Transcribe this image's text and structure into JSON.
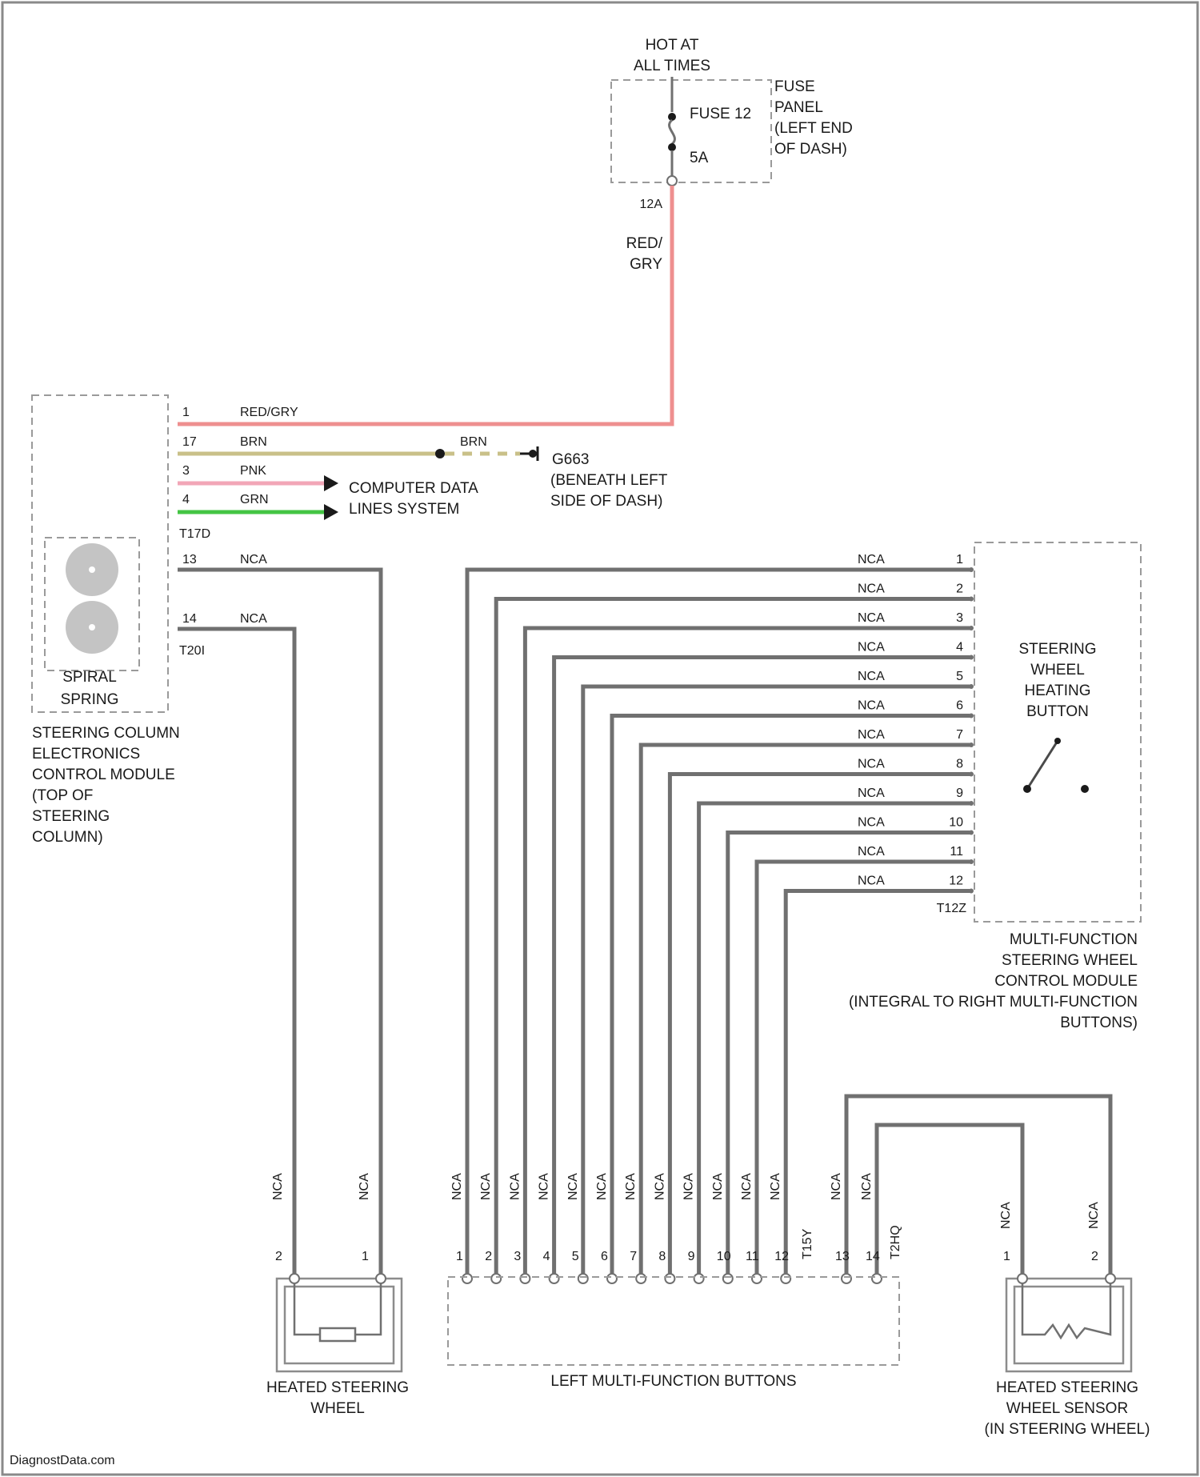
{
  "colors": {
    "red_gry": "#ee8f8f",
    "brn": "#c9c089",
    "pnk": "#f2a6b7",
    "grn": "#44c544",
    "nca": "#707070",
    "frame": "#8a8a8a"
  },
  "power": {
    "hot_line1": "HOT AT",
    "hot_line2": "ALL TIMES",
    "fuse_name": "FUSE 12",
    "fuse_amp": "5A",
    "fuse_panel_lines": [
      "FUSE",
      "PANEL",
      "(LEFT END",
      "OF DASH)"
    ],
    "fuse_pin": "12A",
    "wire_color_line1": "RED/",
    "wire_color_line2": "GRY"
  },
  "sccm": {
    "pins": [
      {
        "num": "1",
        "color": "RED/GRY"
      },
      {
        "num": "17",
        "color": "BRN"
      },
      {
        "num": "3",
        "color": "PNK"
      },
      {
        "num": "4",
        "color": "GRN"
      }
    ],
    "connector_a": "T17D",
    "pins_b": [
      {
        "num": "13",
        "color": "NCA"
      },
      {
        "num": "14",
        "color": "NCA"
      }
    ],
    "connector_b": "T20I",
    "spiral_lines": [
      "SPIRAL",
      "SPRING"
    ],
    "name_lines": [
      "STEERING COLUMN",
      "ELECTRONICS",
      "CONTROL MODULE",
      "(TOP OF",
      "STEERING",
      "COLUMN)"
    ]
  },
  "ground": {
    "wire_color": "BRN",
    "id": "G663",
    "lines": [
      "(BENEATH LEFT",
      "SIDE OF DASH)"
    ]
  },
  "data_bus": {
    "lines": [
      "COMPUTER DATA",
      "LINES SYSTEM"
    ]
  },
  "mfsw_module": {
    "pins": [
      "1",
      "2",
      "3",
      "4",
      "5",
      "6",
      "7",
      "8",
      "9",
      "10",
      "11",
      "12"
    ],
    "wire_color": "NCA",
    "connector": "T12Z",
    "button_lines": [
      "STEERING",
      "WHEEL",
      "HEATING",
      "BUTTON"
    ],
    "name_lines": [
      "MULTI-FUNCTION",
      "STEERING WHEEL",
      "CONTROL MODULE",
      "(INTEGRAL TO RIGHT MULTI-FUNCTION",
      "BUTTONS)"
    ]
  },
  "heated_wheel": {
    "wire_labels": [
      "NCA",
      "NCA"
    ],
    "pins": [
      "2",
      "1"
    ],
    "name_lines": [
      "HEATED STEERING",
      "WHEEL"
    ]
  },
  "left_buttons": {
    "wire_labels": [
      "NCA",
      "NCA",
      "NCA",
      "NCA",
      "NCA",
      "NCA",
      "NCA",
      "NCA",
      "NCA",
      "NCA",
      "NCA",
      "NCA",
      "NCA",
      "NCA"
    ],
    "pins": [
      "1",
      "2",
      "3",
      "4",
      "5",
      "6",
      "7",
      "8",
      "9",
      "10",
      "11",
      "12",
      "13",
      "14"
    ],
    "connector_a": "T15Y",
    "connector_b": "T2HQ",
    "name": "LEFT MULTI-FUNCTION BUTTONS"
  },
  "sensor": {
    "wire_labels": [
      "NCA",
      "NCA"
    ],
    "pins": [
      "1",
      "2"
    ],
    "name_lines": [
      "HEATED STEERING",
      "WHEEL SENSOR",
      "(IN STEERING WHEEL)"
    ]
  },
  "watermark": "DiagnostData.com"
}
